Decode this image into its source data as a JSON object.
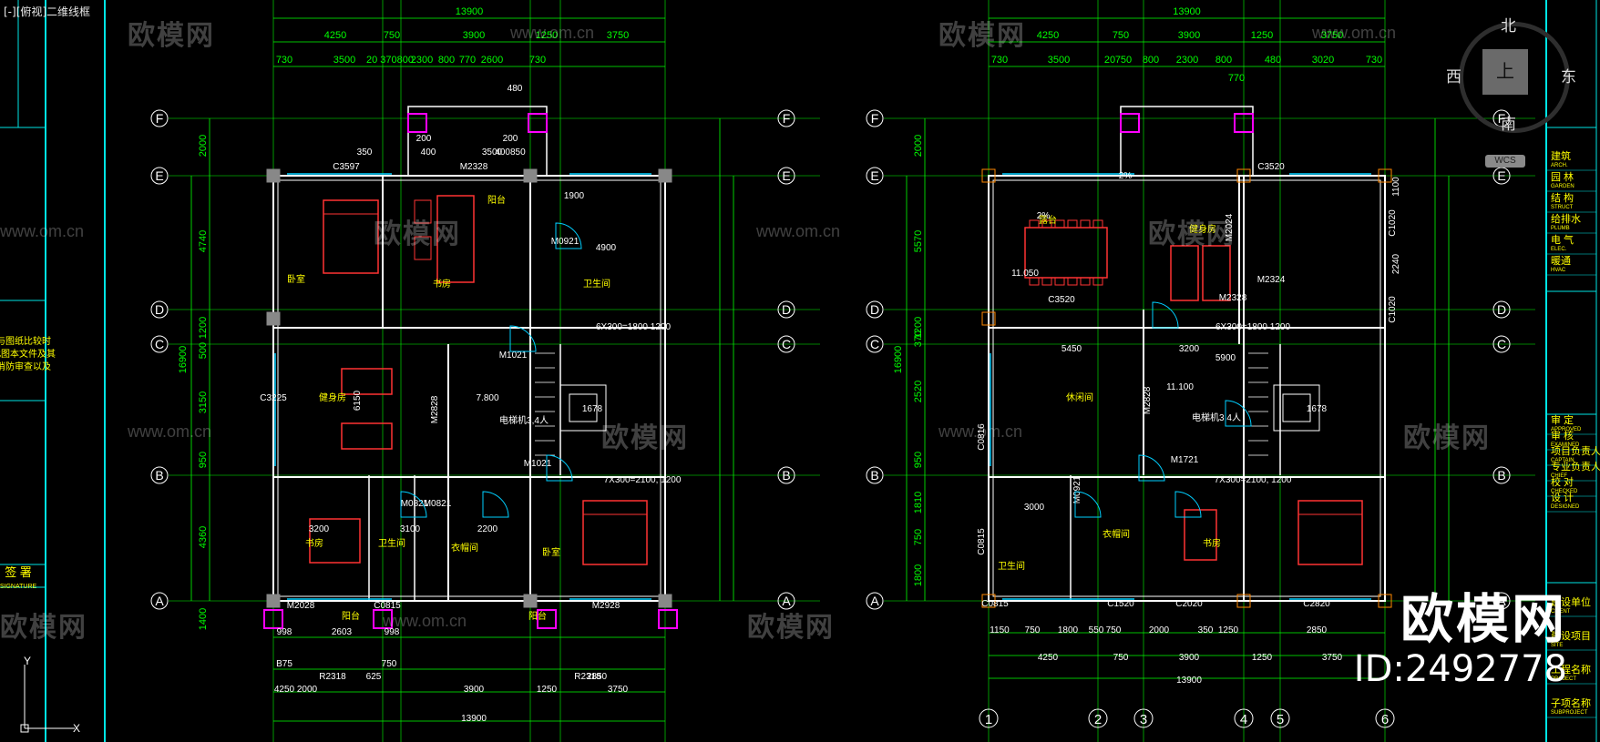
{
  "viewport": {
    "label": "[-][俯视]二维线框"
  },
  "watermark": {
    "brand": "欧模网",
    "url": "www.om.cn"
  },
  "brand_overlay": {
    "name": "欧模网",
    "id": "ID:2492778"
  },
  "viewcube": {
    "north": "北",
    "south": "南",
    "west": "西",
    "east": "东",
    "face": "上",
    "wcs": "WCS"
  },
  "ucs": {
    "x": "X",
    "y": "Y"
  },
  "colors": {
    "background": "#000000",
    "dimension": "#00ff00",
    "axis": "#ffffff",
    "wall": "#ffffff",
    "frame": "#00e5e5",
    "window": "#00cfff",
    "furniture": "#ff3333",
    "column": "#888888",
    "label": "#ffff00"
  },
  "axes": {
    "rows": [
      "F",
      "E",
      "D",
      "C",
      "B",
      "A"
    ],
    "cols": [
      "1",
      "2",
      "3",
      "4",
      "5",
      "6"
    ]
  },
  "plan_left": {
    "total_top": "13900",
    "top_dims": [
      "4250",
      "750",
      "3900",
      "1250",
      "3750"
    ],
    "top_dims2": [
      "730",
      "3500",
      "20 370800",
      "2300",
      "800",
      "770",
      "2600",
      "730"
    ],
    "left_dims": [
      "2000",
      "4740",
      "1200",
      "500",
      "3150",
      "950",
      "4360",
      "1400"
    ],
    "left_total": "16900",
    "rooms": [
      "卧室",
      "书房",
      "阳台",
      "卫生间",
      "健身房",
      "书房",
      "卫生间",
      "衣帽间",
      "卧室",
      "阳台",
      "阳台"
    ],
    "labels": [
      "C3597",
      "M2328",
      "M0921",
      "4900",
      "M0821",
      "6X300=1800 1200",
      "M1021",
      "C3225",
      "6150",
      "M2828",
      "7.800",
      "电梯机3,4人",
      "M1021",
      "7X300=2100, 1200",
      "M0821",
      "3200",
      "3100",
      "2200",
      "M2028",
      "C0815",
      "M2928",
      "998",
      "2603",
      "998",
      "B75",
      "R2318",
      "625",
      "750",
      "2000",
      "4250",
      "3900",
      "1250",
      "3750",
      "13900",
      "R2318",
      "2850",
      "1678",
      "1900",
      "3500",
      "350",
      "400",
      "400850",
      "200",
      "200",
      "480"
    ]
  },
  "plan_right": {
    "total_top": "13900",
    "top_dims": [
      "4250",
      "750",
      "3900",
      "1250",
      "3750"
    ],
    "top_dims2": [
      "730",
      "3500",
      "20",
      "750",
      "800",
      "2300",
      "800",
      "480",
      "3020",
      "730",
      "770"
    ],
    "left_dims": [
      "2000",
      "5570",
      "1200",
      "370",
      "2520",
      "950",
      "1810",
      "750",
      "1800"
    ],
    "left_total": "16900",
    "rooms": [
      "露台",
      "健身房",
      "休闲间",
      "衣帽间",
      "书房",
      "卫生间"
    ],
    "labels": [
      "C3520",
      "11.050",
      "C3520",
      "M2324",
      "M2328",
      "M2024",
      "C1020",
      "C1020",
      "5450",
      "3200",
      "M2828",
      "11.100",
      "电梯机3,4人",
      "M1721",
      "6X300=1800 1200",
      "7X300=2100, 1200",
      "3000",
      "M0921",
      "C0815",
      "C0816",
      "C0815",
      "C1520",
      "C2020",
      "C2820",
      "1150",
      "750",
      "1800",
      "550",
      "750",
      "2000",
      "350",
      "1250",
      "2850",
      "4250",
      "750",
      "3900",
      "1250",
      "3750",
      "13900",
      "2%",
      "2%",
      "1678",
      "1100",
      "2240",
      "5900"
    ]
  },
  "title_block": [
    "建筑",
    "ARCH.",
    "园 林",
    "GARDEN",
    "结 构",
    "STRUCT",
    "给排水",
    "PLUMB",
    "电 气",
    "ELEC.",
    "暖通",
    "HVAC",
    "审 定",
    "APPROVED",
    "审 核",
    "EXAMINED",
    "项目负责人",
    "CAPTAIN",
    "专业负责人",
    "CHIEF",
    "校 对",
    "CHECKED",
    "设 计",
    "DESIGNED",
    "建设单位",
    "CLIENT",
    "建设项目",
    "SITE",
    "工程名称",
    "PROJECT",
    "子项名称",
    "SUBPROJECT"
  ],
  "left_panel": {
    "notes": [
      "与图纸比较时",
      "此图本文件及其",
      "消防审查以及"
    ],
    "signature": "签 署",
    "signature_en": "SIGNATURE"
  }
}
